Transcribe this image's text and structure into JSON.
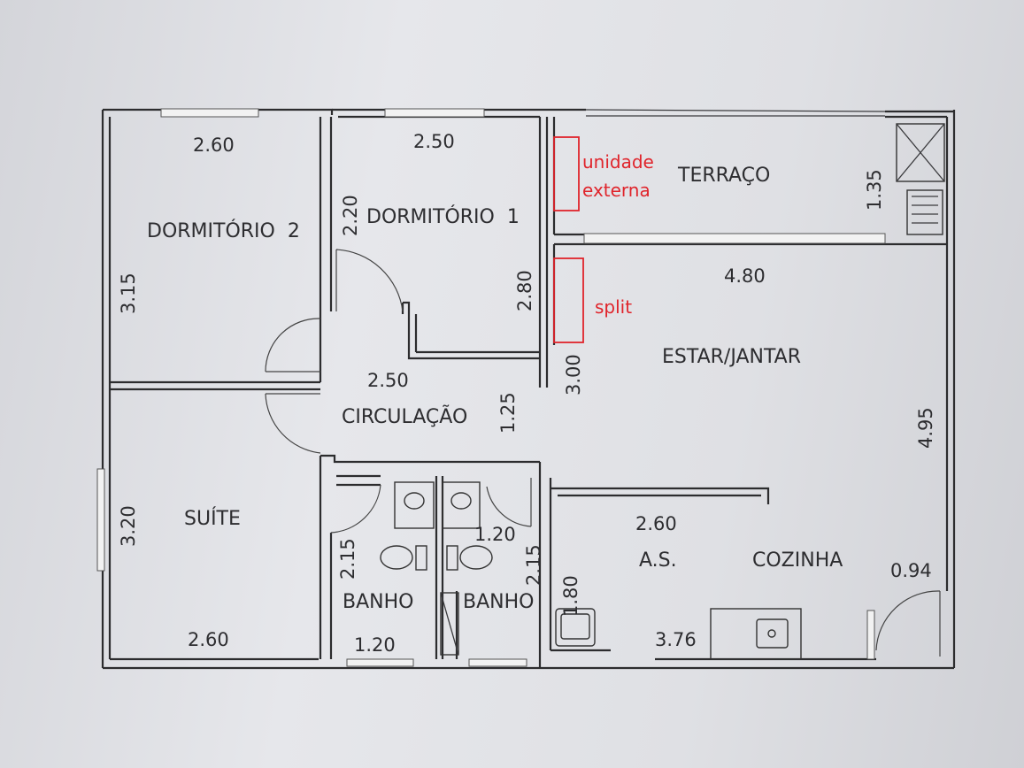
{
  "rooms": {
    "dormitorio2": "DORMITÓRIO  2",
    "dormitorio1": "DORMITÓRIO  1",
    "terraco": "TERRAÇO",
    "estar_jantar": "ESTAR/JANTAR",
    "circulacao": "CIRCULAÇÃO",
    "suite": "SUÍTE",
    "banho1": "BANHO",
    "banho2": "BANHO",
    "as": "A.S.",
    "cozinha": "COZINHA"
  },
  "dimensions": {
    "d2_width": "2.60",
    "d2_height": "3.15",
    "d1_width": "2.50",
    "d1_left": "2.20",
    "d1_right": "2.80",
    "terraco_height": "1.35",
    "estar_width": "4.80",
    "estar_height": "4.95",
    "estar_left": "3.00",
    "circ_width": "2.50",
    "circ_height": "1.25",
    "suite_height": "3.20",
    "suite_width": "2.60",
    "banho1_height": "2.15",
    "banho1_width": "1.20",
    "banho2_width": "1.20",
    "banho2_height": "2.15",
    "as_height": "1.80",
    "cozinha_width": "2.60",
    "cozinha_length": "3.76",
    "door_width": "0.94"
  },
  "annotations": {
    "unidade_line1": "unidade",
    "unidade_line2": "externa",
    "split": "split"
  },
  "colors": {
    "annotation": "#e0242b",
    "lines": "#2c2c2e"
  }
}
